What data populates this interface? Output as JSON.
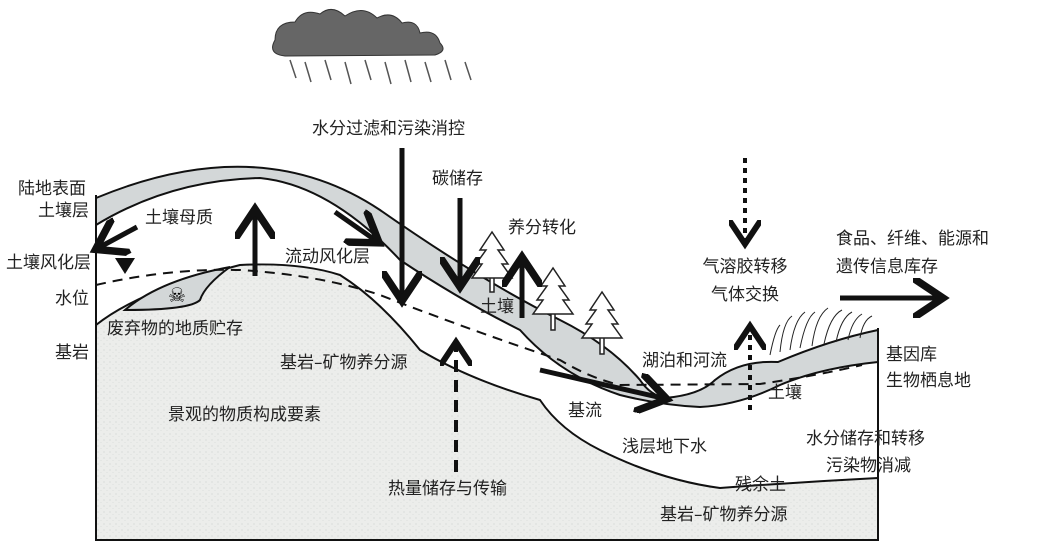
{
  "labels": {
    "water_filter": "水分过滤和污染消控",
    "land_surface": "陆地表面",
    "soil_layer": "土壤层",
    "parent_material": "土壤母质",
    "soil_weathering": "土壤风化层",
    "water_level": "水位",
    "bedrock_left": "基岩",
    "waste_storage": "废弃物的地质贮存",
    "mobile_weathering": "流动风化层",
    "carbon_storage": "碳储存",
    "nutrient_transform": "养分转化",
    "soil_mid": "土壤",
    "bedrock_nutrient_1": "基岩–矿物养分源",
    "landscape": "景观的物质构成要素",
    "baseflow": "基流",
    "heat": "热量储存与传输",
    "lakes_rivers": "湖泊和河流",
    "aerosol": "气溶胶转移",
    "gas": "气体交换",
    "food_line1": "食品、纤维、能源和",
    "food_line2": "遗传信息库存",
    "gene_bank": "基因库",
    "habitat": "生物栖息地",
    "soil_right": "土壤",
    "shallow_gw": "浅层地下水",
    "water_storage": "水分储存和转移",
    "pollutant": "污染物消减",
    "residual_soil": "残余土",
    "bedrock_nutrient_2": "基岩–矿物养分源"
  },
  "colors": {
    "soil": "#d3d7d8",
    "bedrock": "#eceeec",
    "line": "#111111",
    "cloud": "#555555"
  }
}
